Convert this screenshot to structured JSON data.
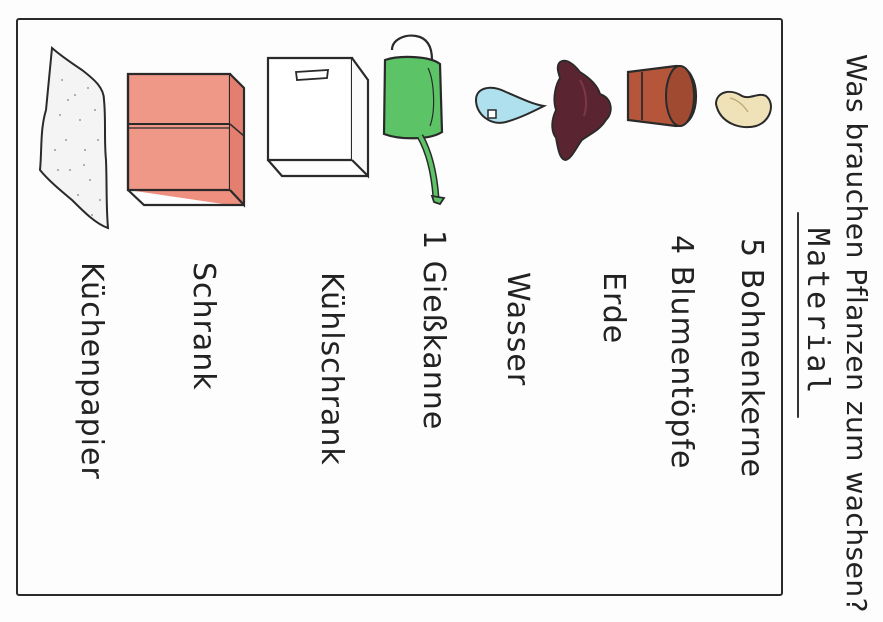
{
  "title": "Was brauchen Pflanzen zum wachsen?",
  "heading": "Material",
  "items": [
    {
      "label": "5 Bohnenkerne",
      "icon": "bean-icon"
    },
    {
      "label": "4 Blumentöpfe",
      "icon": "flower-pot-icon"
    },
    {
      "label": "Erde",
      "icon": "soil-icon"
    },
    {
      "label": "Wasser",
      "icon": "water-drop-icon"
    },
    {
      "label": "1 Gießkanne",
      "icon": "watering-can-icon"
    },
    {
      "label": "Kühlschrank",
      "icon": "fridge-icon"
    },
    {
      "label": "Schrank",
      "icon": "cabinet-icon"
    },
    {
      "label": "Küchenpapier",
      "icon": "paper-towel-icon"
    }
  ],
  "colors": {
    "bean": "#efe2b8",
    "pot": "#b5553a",
    "soil": "#5a2430",
    "water": "#aee0ee",
    "can": "#5cc466",
    "cabinet": "#ef8f80",
    "outline": "#2a2a2a"
  }
}
